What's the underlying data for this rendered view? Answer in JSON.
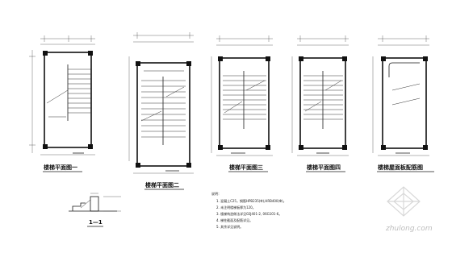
{
  "drawing": {
    "titles": {
      "plan1": "楼梯平面图一",
      "plan2": "楼梯平面图二",
      "plan3": "楼梯平面图三",
      "plan4": "楼梯平面图四",
      "roof": "楼梯屋面板配筋图",
      "section": "1—1"
    },
    "notes": {
      "header": "说明：",
      "lines": [
        "1. 混凝土C25，钢筋HPB235(Φ),HRB400(Φ)。",
        "2. 未注明楼梯板厚为120。",
        "3. 楼梯构造做法详见02J401-2, 06G101-6。",
        "4. 梯柱截面及配筋详见。",
        "5. 其余详见说明。"
      ]
    },
    "watermark": "zhulong.com"
  }
}
